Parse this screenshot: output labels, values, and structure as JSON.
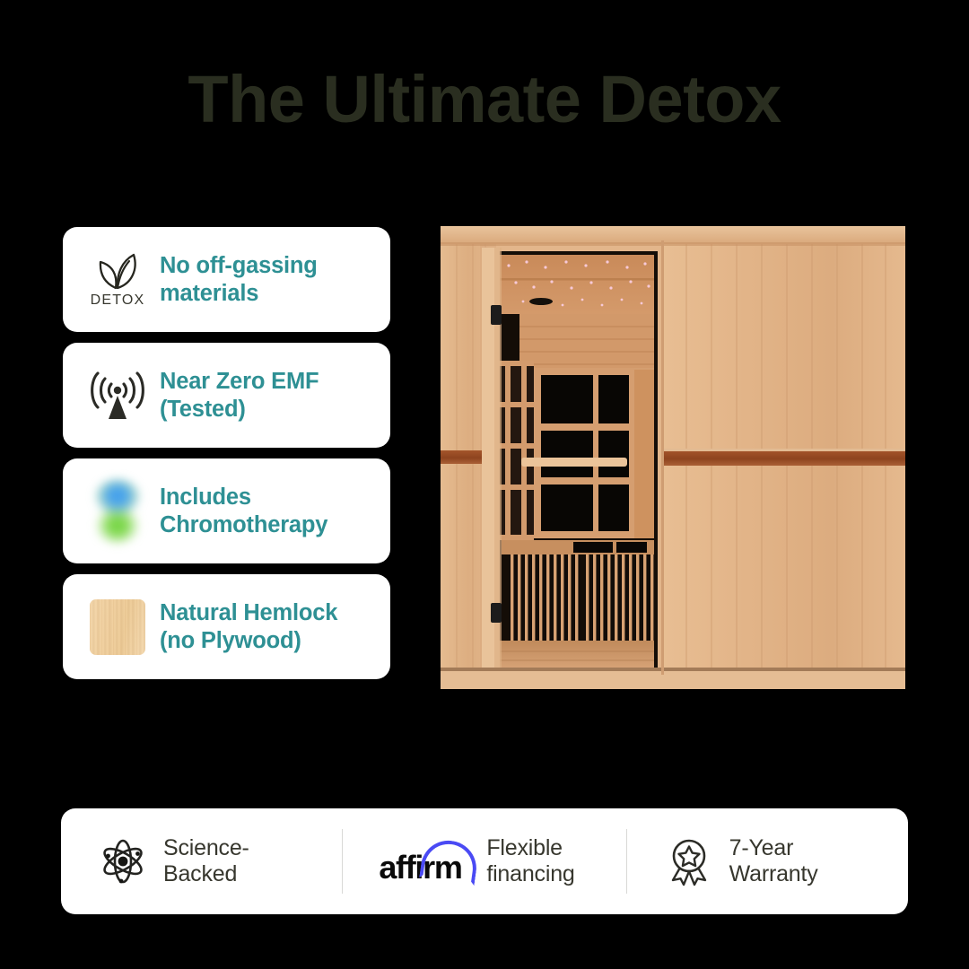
{
  "page": {
    "title": "The Ultimate Detox",
    "background_color": "#000000",
    "title_color": "#2A2E20",
    "accent_color": "#2E9094",
    "card_color": "#FFFFFF",
    "affirm_purple": "#4A4AF4"
  },
  "features": [
    {
      "icon": "detox-leaf-icon",
      "icon_caption": "DETOX",
      "label": "No off-gassing materials"
    },
    {
      "icon": "emf-antenna-icon",
      "icon_caption": "",
      "label": "Near Zero EMF (Tested)"
    },
    {
      "icon": "chromotherapy-gradient-icon",
      "icon_caption": "",
      "label": "Includes Chromotherapy"
    },
    {
      "icon": "hemlock-wood-swatch-icon",
      "icon_caption": "",
      "label": "Natural Hemlock (no Plywood)"
    }
  ],
  "product": {
    "alt": "Infrared sauna cabin with hemlock wood panels, glass door, bench and chromotherapy star ceiling lights"
  },
  "trustbar": [
    {
      "icon": "atom-icon",
      "label": "Science-Backed"
    },
    {
      "icon": "affirm-logo",
      "brand": "affirm",
      "label": "Flexible financing"
    },
    {
      "icon": "award-ribbon-icon",
      "label": "7-Year Warranty"
    }
  ]
}
